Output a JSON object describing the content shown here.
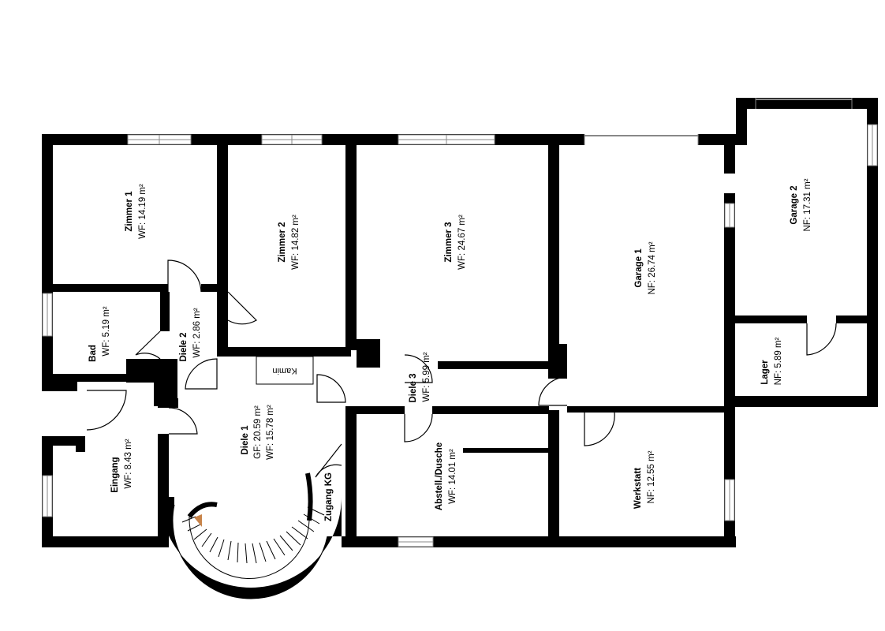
{
  "plan": {
    "rooms": {
      "zimmer1": {
        "name": "Zimmer 1",
        "area": "WF: 14.19 m²"
      },
      "zimmer2": {
        "name": "Zimmer 2",
        "area": "WF: 14.82 m²"
      },
      "zimmer3": {
        "name": "Zimmer 3",
        "area": "WF: 24.67 m²"
      },
      "garage1": {
        "name": "Garage 1",
        "area": "NF: 26.74 m²"
      },
      "garage2": {
        "name": "Garage 2",
        "area": "NF: 17.31 m²"
      },
      "bad": {
        "name": "Bad",
        "area": "WF: 5.19 m²"
      },
      "diele2": {
        "name": "Diele 2",
        "area": "WF: 2.86 m²"
      },
      "diele1": {
        "name": "Diele 1",
        "area_gf": "GF: 20.59 m²",
        "area_wf": "WF: 15.78 m²"
      },
      "diele3": {
        "name": "Diele 3",
        "area": "WF: 5.99 m²"
      },
      "lager": {
        "name": "Lager",
        "area": "NF: 5.89 m²"
      },
      "eingang": {
        "name": "Eingang",
        "area": "WF: 8.43 m²"
      },
      "abstell": {
        "name": "Abstell./Dusche",
        "area": "WF: 14.01 m²"
      },
      "werkstatt": {
        "name": "Werkstatt",
        "area": "NF: 12.55 m²"
      },
      "zugang": {
        "name": "Zugang KG"
      }
    },
    "kamin": {
      "label": "Kamin"
    },
    "colors": {
      "wall": "#000000",
      "window": "#888888",
      "stair_arrow": "#c8844a"
    }
  }
}
